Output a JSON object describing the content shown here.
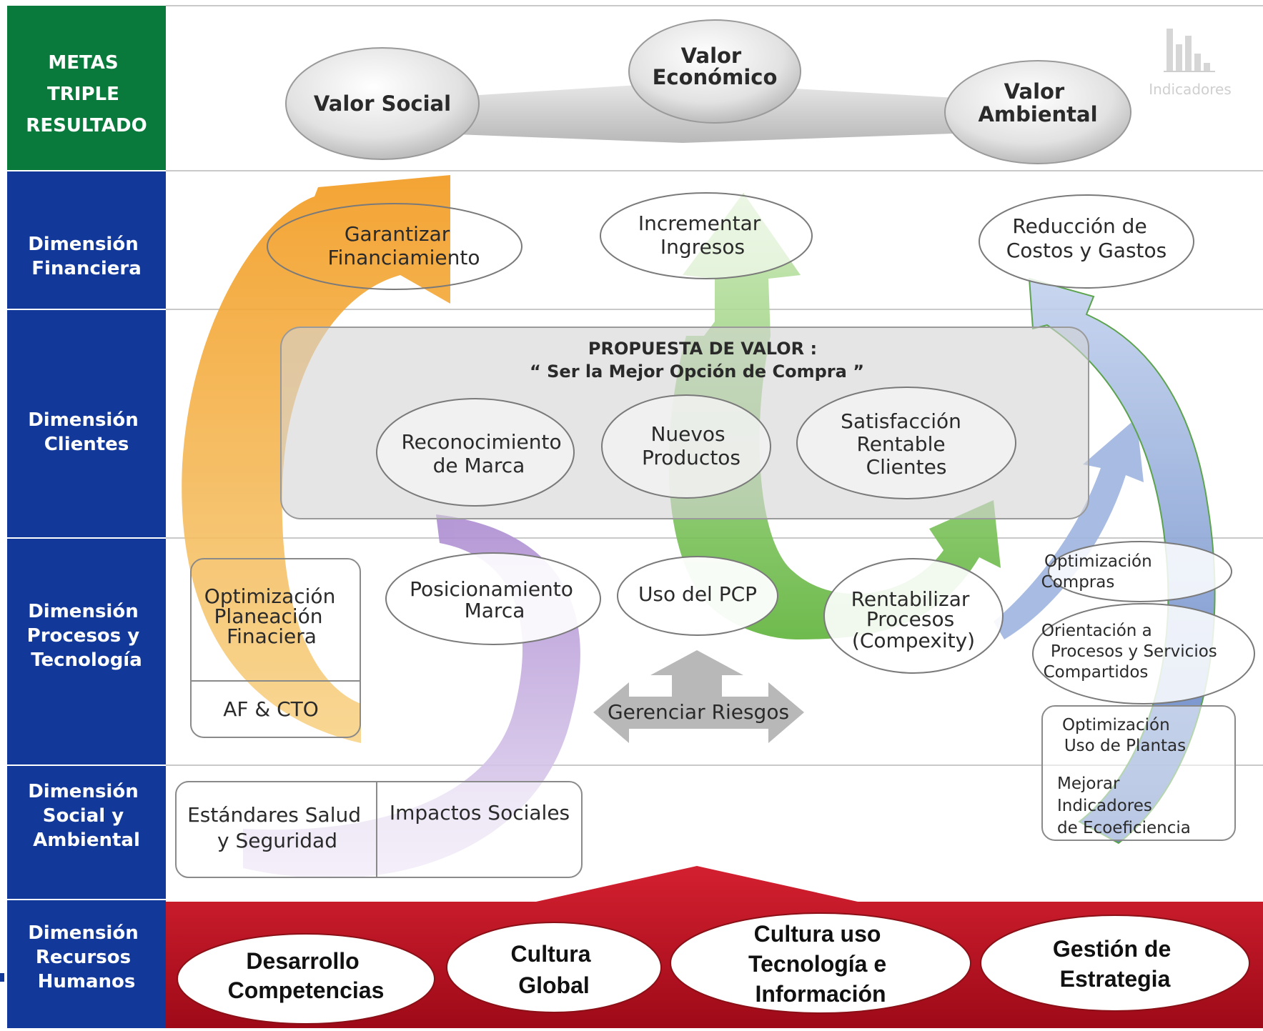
{
  "rows": {
    "metas": [
      "METAS",
      "TRIPLE",
      "RESULTADO"
    ],
    "financiera": [
      "Dimensión",
      "Financiera"
    ],
    "clientes": [
      "Dimensión",
      "Clientes"
    ],
    "procesos": [
      "Dimensión",
      "Procesos y",
      "Tecnología"
    ],
    "social": [
      "Dimensión",
      "Social y",
      "Ambiental"
    ],
    "rrhh": [
      "Dimensión",
      "Recursos",
      "Humanos"
    ]
  },
  "triple": {
    "social": [
      "Valor Social"
    ],
    "economico": [
      "Valor",
      "Económico"
    ],
    "ambiental": [
      "Valor",
      "Ambiental"
    ]
  },
  "logo_text": "Indicadores",
  "financiera": {
    "garantizar": [
      "Garantizar",
      "Financiamiento"
    ],
    "incrementar": [
      "Incrementar",
      "Ingresos"
    ],
    "reduccion": [
      "Reducción de",
      "Costos y Gastos"
    ]
  },
  "clientes": {
    "propuesta_title": "PROPUESTA DE VALOR :",
    "propuesta_sub": "“ Ser la Mejor Opción de Compra ”",
    "reconocimiento": [
      "Reconocimiento",
      "de Marca"
    ],
    "nuevos": [
      "Nuevos",
      "Productos"
    ],
    "satisfaccion": [
      "Satisfacción",
      "Rentable",
      "Clientes"
    ]
  },
  "procesos": {
    "optimizacion_planeacion": [
      "Optimización",
      "Planeación",
      "Finaciera"
    ],
    "af_cto": "AF & CTO",
    "posicionamiento": [
      "Posicionamiento",
      "Marca"
    ],
    "uso_pcp": "Uso del PCP",
    "rentabilizar": [
      "Rentabilizar",
      "Procesos",
      "(Compexity)"
    ],
    "gerenciar": "Gerenciar Riesgos",
    "optimizacion_compras": [
      "Optimización",
      "Compras"
    ],
    "orientacion": [
      "Orientación a",
      "Procesos y Servicios",
      "Compartidos"
    ],
    "plantas": [
      "Optimización",
      "Uso de Plantas"
    ],
    "ecoeficiencia": [
      "Mejorar",
      "Indicadores",
      "de Ecoeficiencia"
    ]
  },
  "social": {
    "estandares": [
      "Estándares Salud",
      "y Seguridad"
    ],
    "impactos": "Impactos Sociales"
  },
  "rrhh": {
    "desarrollo": [
      "Desarrollo",
      "Competencias"
    ],
    "cultura_global": [
      "Cultura",
      "Global"
    ],
    "cultura_tecnologia": [
      "Cultura uso",
      "Tecnología e",
      "Información"
    ],
    "gestion": [
      "Gestión de",
      "Estrategia"
    ]
  },
  "colors": {
    "metas_green": "#0a7a3c",
    "dimension_blue": "#12389a",
    "rrhh_red": "#c8102e",
    "orange_arrow": "#f1a12a",
    "green_arrow": "#6fc04a",
    "blue_arrow": "#7797cf",
    "purple_arrow": "#b79ad6"
  }
}
